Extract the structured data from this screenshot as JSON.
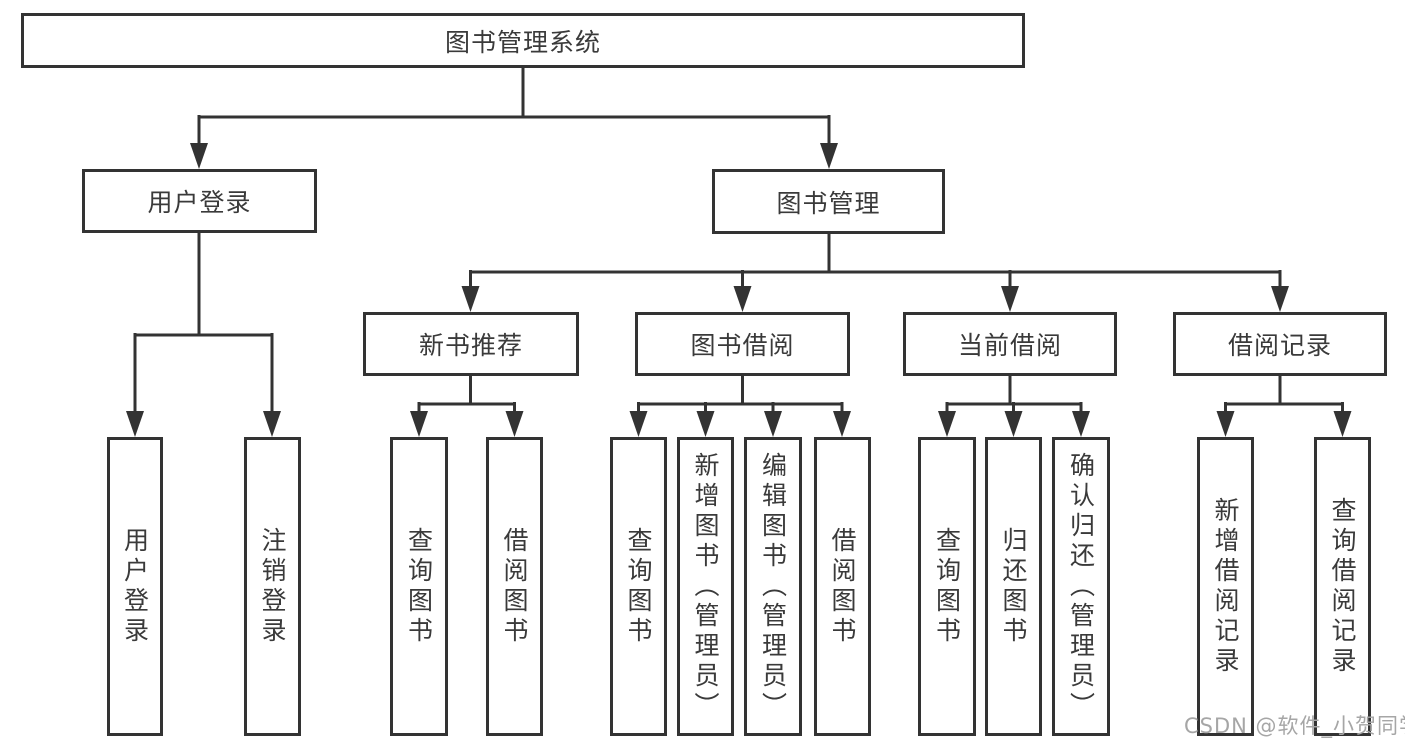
{
  "tree": {
    "label": "图书管理系统",
    "children": [
      {
        "label": "用户登录",
        "children": [
          {
            "label": "用户登录"
          },
          {
            "label": "注销登录"
          }
        ]
      },
      {
        "label": "图书管理",
        "children": [
          {
            "label": "新书推荐",
            "children": [
              {
                "label": "查询图书"
              },
              {
                "label": "借阅图书"
              }
            ]
          },
          {
            "label": "图书借阅",
            "children": [
              {
                "label": "查询图书"
              },
              {
                "label": "新增图书（管理员）"
              },
              {
                "label": "编辑图书（管理员）"
              },
              {
                "label": "借阅图书"
              }
            ]
          },
          {
            "label": "当前借阅",
            "children": [
              {
                "label": "查询图书"
              },
              {
                "label": "归还图书"
              },
              {
                "label": "确认归还（管理员）"
              }
            ]
          },
          {
            "label": "借阅记录",
            "children": [
              {
                "label": "新增借阅记录"
              },
              {
                "label": "查询借阅记录"
              }
            ]
          }
        ]
      }
    ]
  },
  "watermark": {
    "text": "CSDN @软件_小贺同学"
  },
  "colors": {
    "line": "#333333",
    "box_border": "#333333",
    "text": "#3a3a3a",
    "background": "#ffffff",
    "watermark": "#a6a6a6"
  }
}
